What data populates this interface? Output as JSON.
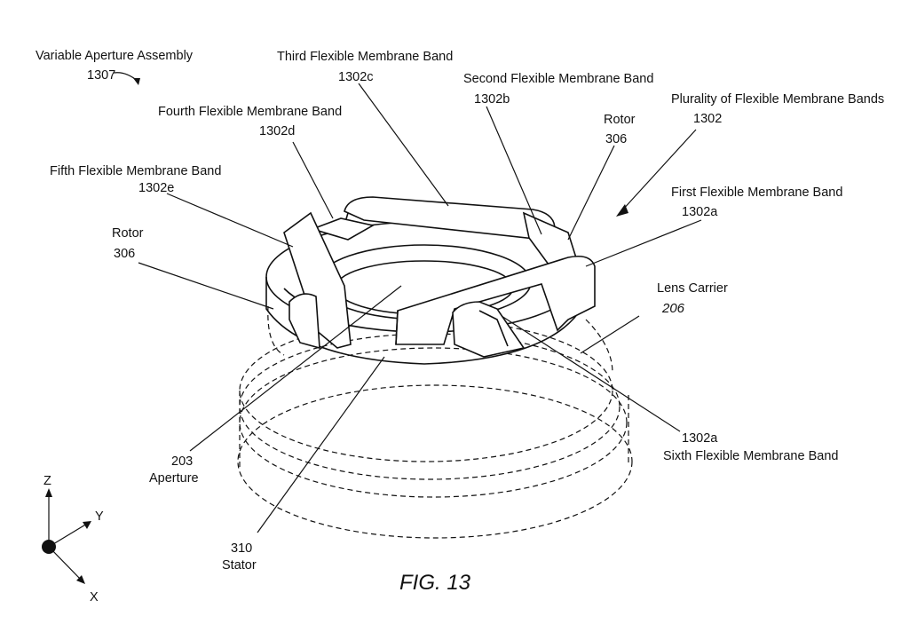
{
  "figure_label": "FIG. 13",
  "labels": {
    "assembly_name": "Variable Aperture Assembly",
    "assembly_num": "1307",
    "band_c_name": "Third Flexible Membrane Band",
    "band_c_num": "1302c",
    "band_b_name": "Second Flexible Membrane Band",
    "band_b_num": "1302b",
    "plurality_name": "Plurality of Flexible Membrane Bands",
    "plurality_num": "1302",
    "band_d_name": "Fourth Flexible Membrane Band",
    "band_d_num": "1302d",
    "rotor_right_name": "Rotor",
    "rotor_right_num": "306",
    "band_e_name": "Fifth Flexible Membrane Band",
    "band_e_num": "1302e",
    "band_a_name": "First Flexible Membrane Band",
    "band_a_num": "1302a",
    "rotor_left_name": "Rotor",
    "rotor_left_num": "306",
    "lens_carrier_name": "Lens Carrier",
    "lens_carrier_num": "206",
    "sixth_band_num": "1302a",
    "sixth_band_name": "Sixth Flexible Membrane Band",
    "aperture_num": "203",
    "aperture_name": "Aperture",
    "stator_num": "310",
    "stator_name": "Stator"
  },
  "axes": {
    "z": "Z",
    "y": "Y",
    "x": "X"
  }
}
